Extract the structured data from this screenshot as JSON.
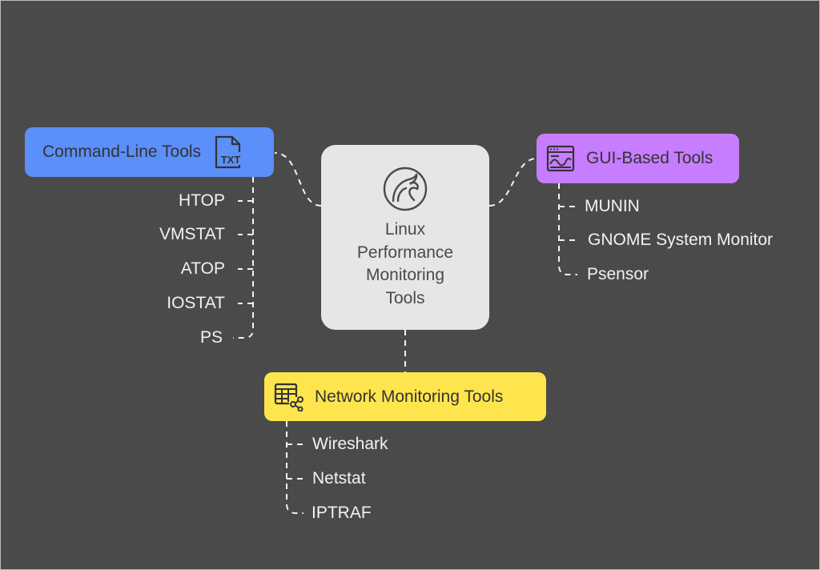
{
  "center": {
    "title_lines": [
      "Linux",
      "Performance",
      "Monitoring",
      "Tools"
    ],
    "icon": "linux-mascot-icon"
  },
  "branches": {
    "command_line": {
      "label": "Command-Line Tools",
      "icon": "txt-file-icon",
      "icon_text": "TXT",
      "color": "#5b8ff9",
      "items": [
        "HTOP",
        "VMSTAT",
        "ATOP",
        "IOSTAT",
        "PS"
      ]
    },
    "gui": {
      "label": "GUI-Based Tools",
      "icon": "monitor-chart-icon",
      "color": "#c77dff",
      "items": [
        "MUNIN",
        "GNOME System Monitor",
        "Psensor"
      ]
    },
    "network": {
      "label": "Network Monitoring Tools",
      "icon": "table-share-icon",
      "color": "#ffe54d",
      "items": [
        "Wireshark",
        "Netstat",
        "IPTRAF"
      ]
    }
  },
  "colors": {
    "background": "#4a4a4a",
    "center_fill": "#e6e6e6",
    "connector": "#f2f2f2"
  }
}
